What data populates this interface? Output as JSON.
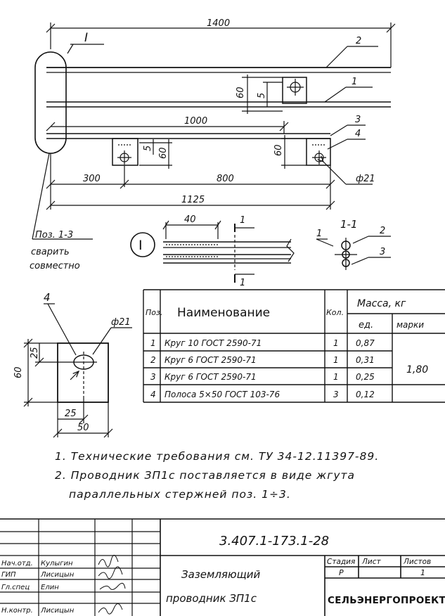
{
  "drawing": {
    "dims": {
      "total_length": "1400",
      "offset_1000": "1000",
      "dim_300": "300",
      "dim_800": "800",
      "dim_1125": "1125",
      "plate_60_top": "60",
      "plate_5_top": "5",
      "plate_5_left": "5",
      "plate_60_left": "60",
      "plate_60_right": "60",
      "hole_dia": "ф21",
      "detail_40": "40"
    },
    "callouts": {
      "pos_2": "2",
      "pos_1": "1",
      "pos_3": "3",
      "pos_4": "4",
      "view_I": "I",
      "detail_I": "I",
      "section_1_top": "1",
      "section_1_bottom": "1"
    },
    "weld_note": [
      "Поз. 1-3",
      "сварить",
      "совместно"
    ],
    "section": {
      "title": "1-1",
      "label_1": "1",
      "label_2": "2",
      "label_3": "3"
    },
    "plate_detail": {
      "label_4": "4",
      "hole_dia": "ф21",
      "dim_25_top": "25",
      "dim_60": "60",
      "dim_25_bottom": "25",
      "dim_50": "50"
    }
  },
  "spec_table": {
    "headers": {
      "pos": "Поз.",
      "name": "Наименование",
      "qty": "Кол.",
      "mass": "Масса, кг",
      "unit": "ед.",
      "mark": "марки"
    },
    "rows": [
      {
        "pos": "1",
        "name": "Круг 10  ГОСТ 2590-71",
        "qty": "1",
        "unit": "0,87"
      },
      {
        "pos": "2",
        "name": "Круг 6   ГОСТ 2590-71",
        "qty": "1",
        "unit": "0,31"
      },
      {
        "pos": "3",
        "name": "Круг 6   ГОСТ 2590-71",
        "qty": "1",
        "unit": "0,25"
      },
      {
        "pos": "4",
        "name": "Полоса 5×50  ГОСТ 103-76",
        "qty": "3",
        "unit": "0,12"
      }
    ],
    "mark_total": "1,80"
  },
  "notes": [
    "1. Технические требования см. ТУ 34-12.11397-89.",
    "2. Проводник ЗП1с поставляется в виде жгута",
    "параллельных стержней поз. 1÷3."
  ],
  "title_block": {
    "doc_number": "3.407.1-173.1-28",
    "title_line1": "Заземляющий",
    "title_line2": "проводник ЗП1с",
    "stage_label": "Стадия",
    "sheet_label": "Лист",
    "sheets_label": "Листов",
    "stage_value": "Р",
    "sheets_value": "1",
    "organization": "СЕЛЬЭНЕРГОПРОЕКТ",
    "roles": [
      {
        "role": "Нач.отд.",
        "name": "Кулыгин"
      },
      {
        "role": "ГИП",
        "name": "Лисицын"
      },
      {
        "role": "Гл.спец",
        "name": "Елин"
      },
      {
        "role": "Н.контр.",
        "name": "Лисицын"
      }
    ]
  }
}
